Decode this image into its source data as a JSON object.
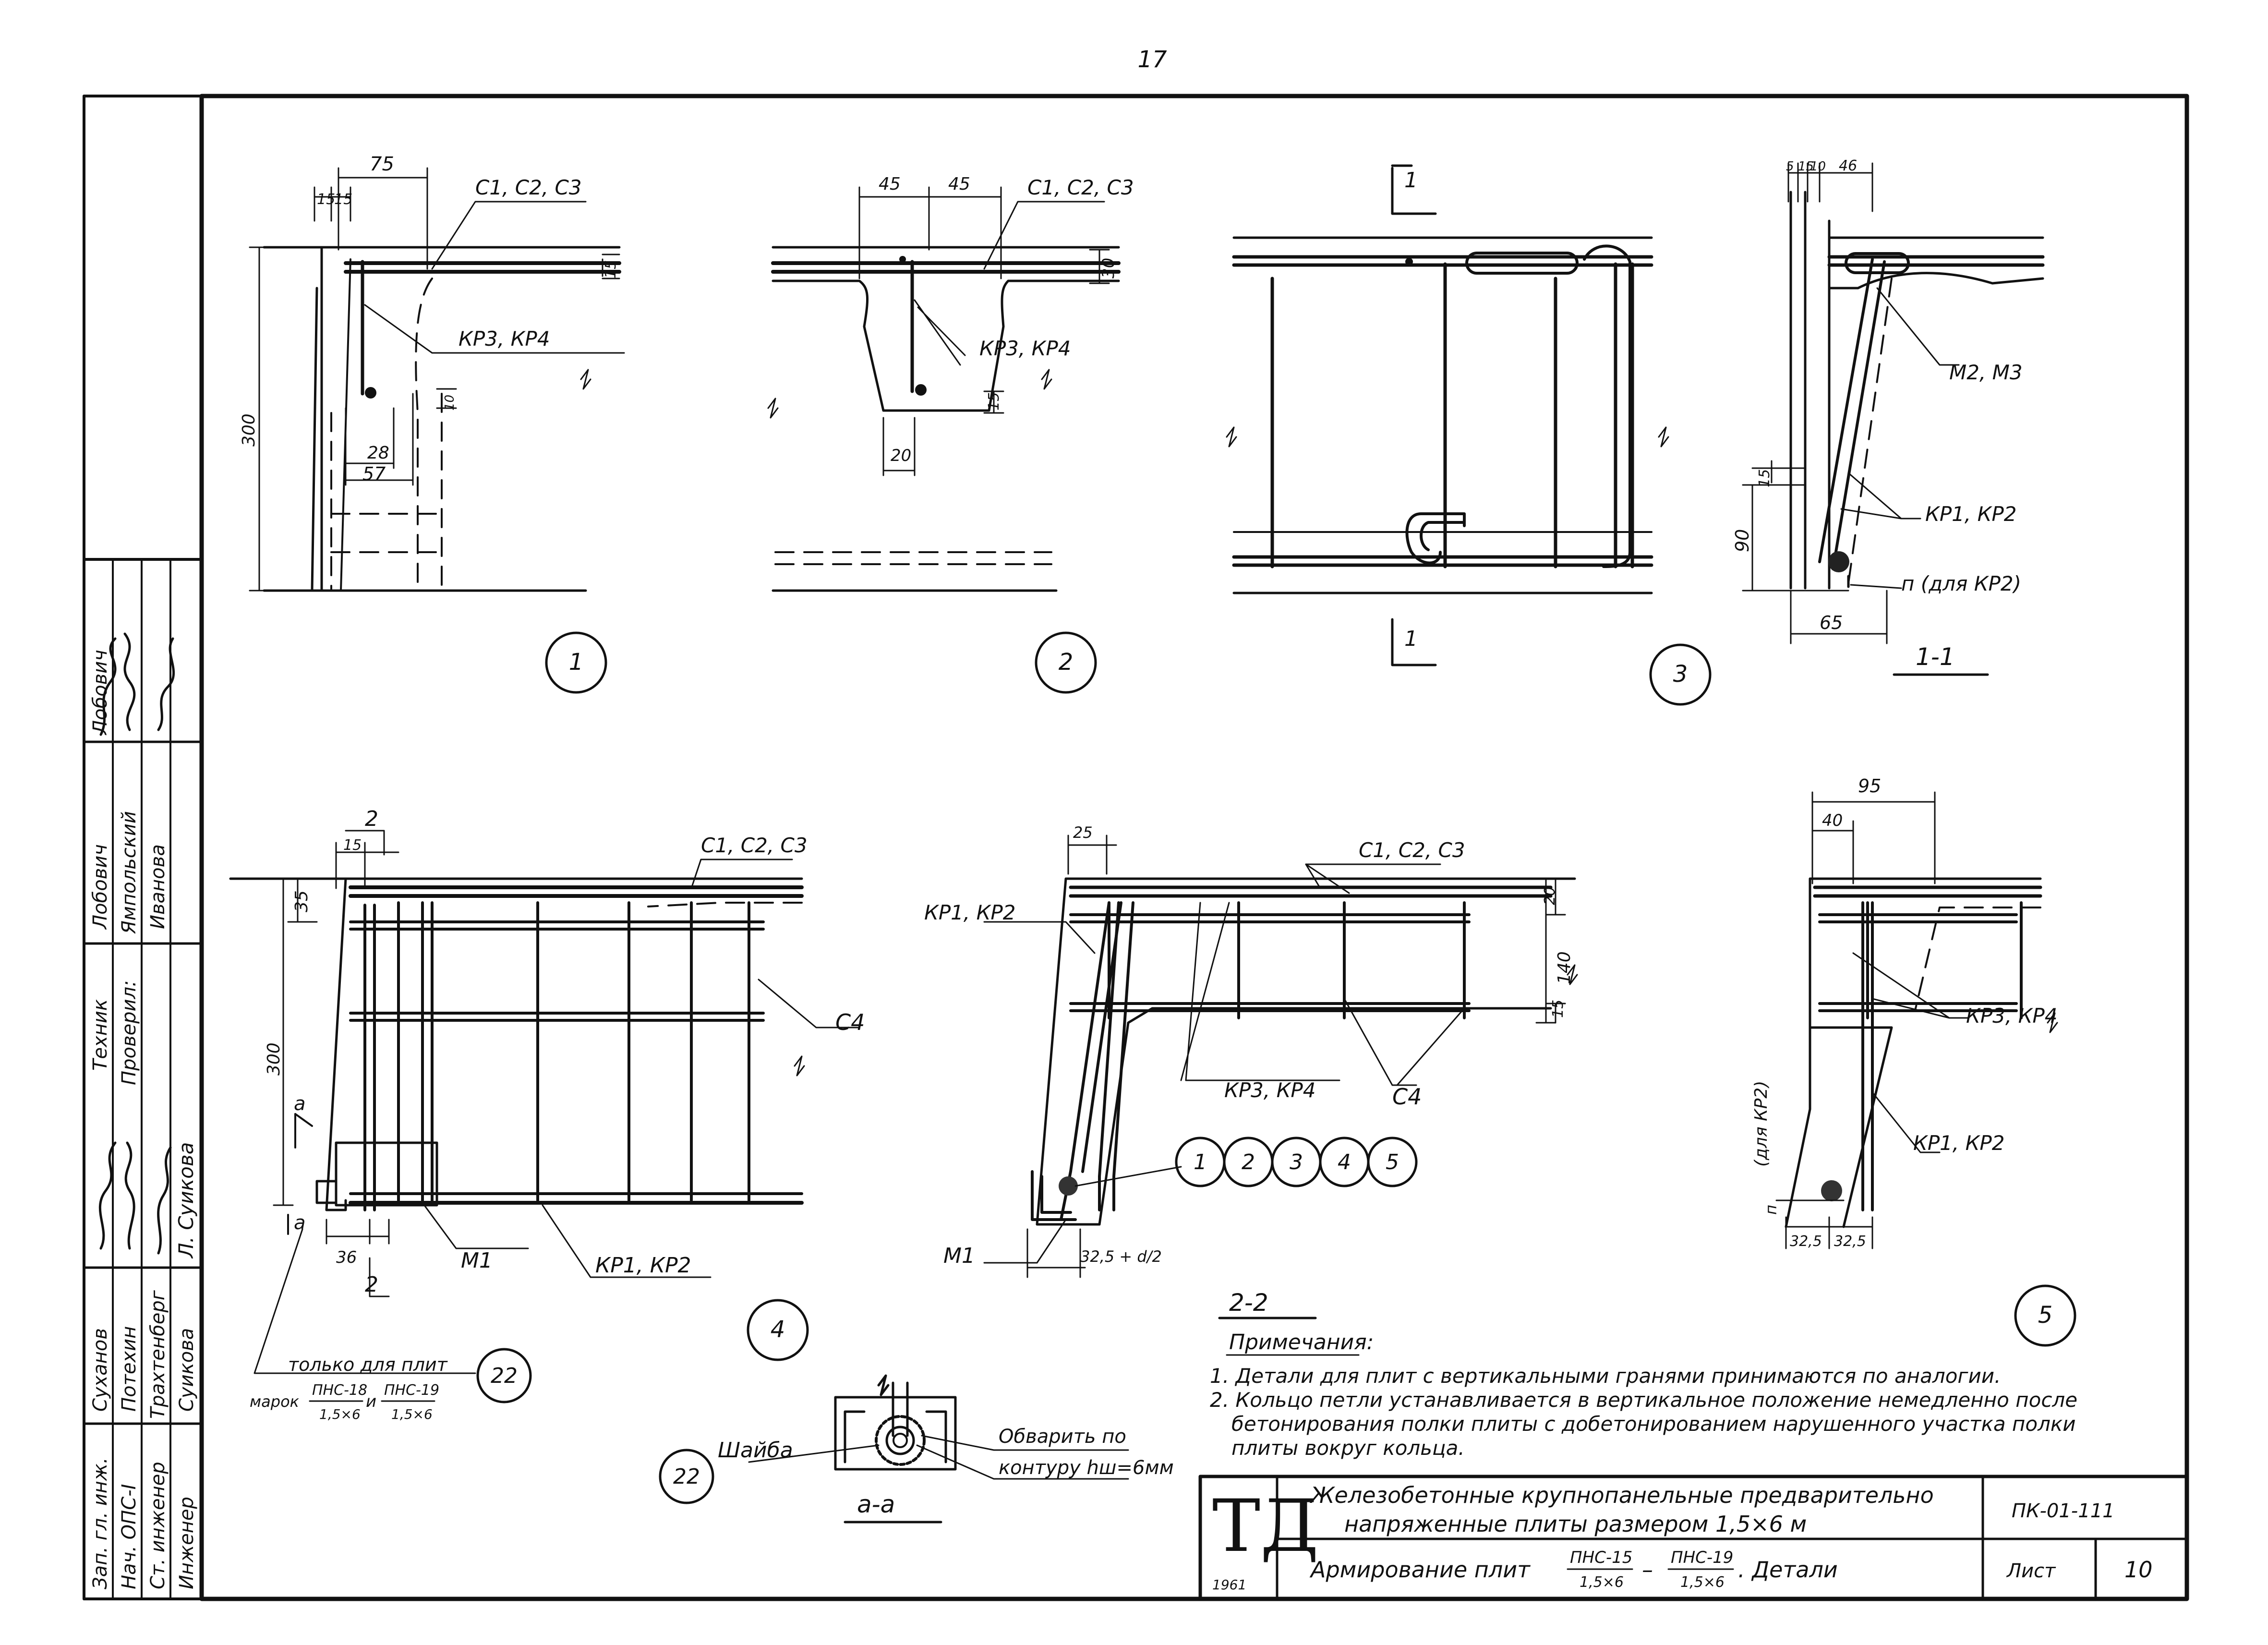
{
  "page_number": "17",
  "details": [
    {
      "id": "d1",
      "num": "1",
      "dims": [
        "75",
        "15",
        "15",
        "15",
        "300",
        "28",
        "57",
        "10"
      ],
      "labels": [
        "С1, С2, С3",
        "КР3, КР4"
      ]
    },
    {
      "id": "d2",
      "num": "2",
      "dims": [
        "45",
        "45",
        "30",
        "20",
        "15"
      ],
      "labels": [
        "С1, С2, С3",
        "КР3, КР4"
      ]
    },
    {
      "id": "d3",
      "num": "3",
      "section_mark": "1"
    },
    {
      "id": "d11",
      "num": "1-1",
      "dims": [
        "5",
        "15",
        "10",
        "46",
        "15",
        "90",
        "65"
      ],
      "labels": [
        "М2, М3",
        "КР1, КР2",
        "п (для КР2)"
      ]
    },
    {
      "id": "d4",
      "num": "4",
      "dims": [
        "2",
        "15",
        "35",
        "300",
        "36",
        "2",
        "a",
        "a"
      ],
      "labels": [
        "С1, С2, С3",
        "С4",
        "М1",
        "КР1, КР2"
      ]
    },
    {
      "id": "d22",
      "num": "2-2",
      "dims": [
        "25",
        "20",
        "140",
        "15",
        "32,5 + d/2"
      ],
      "labels": [
        "С1, С2, С3",
        "КР1, КР2",
        "КР3, КР4",
        "С4",
        "М1"
      ],
      "callouts": [
        "1",
        "2",
        "3",
        "4",
        "5"
      ]
    },
    {
      "id": "d5",
      "num": "5",
      "dims": [
        "95",
        "40",
        "32,5",
        "32,5",
        "п"
      ],
      "labels": [
        "КР3, КР4",
        "КР1, КР2",
        "(для КР2)"
      ]
    },
    {
      "id": "daa",
      "num": "а-а",
      "labels": [
        "Шайба",
        "Обварить по",
        "контуру hш=6мм"
      ],
      "callout": "22"
    }
  ],
  "only_for": {
    "text": "только для плит",
    "prefix": "марок",
    "frac1_top": "ПНС-18",
    "frac1_bot": "1,5×6",
    "joiner": "и",
    "frac2_top": "ПНС-19",
    "frac2_bot": "1,5×6",
    "callout": "22"
  },
  "notes": {
    "title": "Примечания:",
    "items": [
      "1. Детали для плит с вертикальными гранями принимаются по аналогии.",
      "2. Кольцо петли устанавливается в вертикальное положение немедленно после",
      "бетонирования полки плиты с добетонированием нарушенного участка полки",
      "плиты вокруг кольца."
    ]
  },
  "title_block": {
    "logo": "ТД",
    "year": "1961",
    "title_line1": "Железобетонные крупнопанельные предварительно",
    "title_line2": "напряженные плиты размером 1,5×6 м",
    "subtitle_prefix": "Армирование плит",
    "sub_frac1_top": "ПНС-15",
    "sub_frac1_bot": "1,5×6",
    "sub_dash": "–",
    "sub_frac2_top": "ПНС-19",
    "sub_frac2_bot": "1,5×6",
    "subtitle_suffix": ". Детали",
    "code": "ПК-01-111",
    "sheet_label": "Лист",
    "sheet_num": "10"
  },
  "stamp": {
    "rows": [
      {
        "role": "Зап. гл. инж.",
        "name": "Суханов",
        "sign": ""
      },
      {
        "role": "Нач. ОПС-I",
        "name": "Потехин",
        "sign": ""
      },
      {
        "role": "Ст. инженер",
        "name": "Трахтенберг",
        "sign": ""
      },
      {
        "role": "Инженер",
        "name": "Суикова",
        "sign": "Л. Суикова"
      }
    ],
    "rows2": [
      {
        "role": "Техник",
        "name": "Лобович",
        "sign": "Лобович"
      },
      {
        "role": "Проверил:",
        "name": "Ямпольский",
        "sign": ""
      },
      {
        "role": "",
        "name": "Иванова",
        "sign": ""
      }
    ]
  }
}
